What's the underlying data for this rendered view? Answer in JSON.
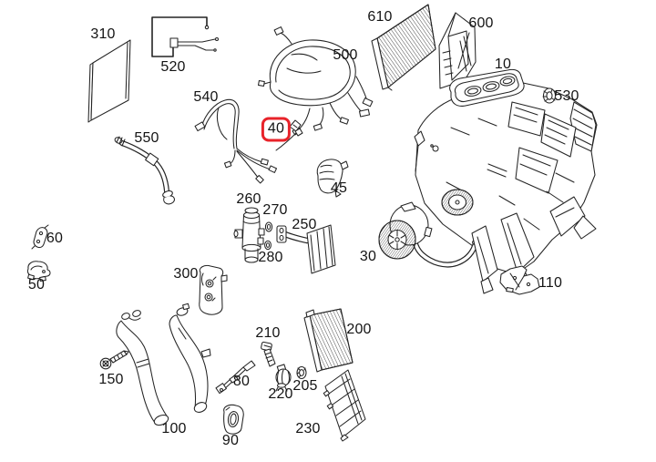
{
  "diagram": {
    "background_color": "#ffffff",
    "line_color": "#242424",
    "highlight": {
      "part": "40",
      "box_color": "#e8232a"
    },
    "parts": {
      "10": {
        "label": "10"
      },
      "30": {
        "label": "30"
      },
      "40": {
        "label": "40",
        "highlighted": true
      },
      "45": {
        "label": "45"
      },
      "50": {
        "label": "50"
      },
      "60": {
        "label": "60"
      },
      "80": {
        "label": "80"
      },
      "90": {
        "label": "90"
      },
      "100": {
        "label": "100"
      },
      "110": {
        "label": "110"
      },
      "150": {
        "label": "150"
      },
      "200": {
        "label": "200"
      },
      "205": {
        "label": "205"
      },
      "210": {
        "label": "210"
      },
      "220": {
        "label": "220"
      },
      "230": {
        "label": "230"
      },
      "250": {
        "label": "250"
      },
      "260": {
        "label": "260"
      },
      "270": {
        "label": "270"
      },
      "280": {
        "label": "280"
      },
      "300": {
        "label": "300"
      },
      "310": {
        "label": "310"
      },
      "500": {
        "label": "500"
      },
      "520": {
        "label": "520"
      },
      "530": {
        "label": "530"
      },
      "540": {
        "label": "540"
      },
      "550": {
        "label": "550"
      },
      "600": {
        "label": "600"
      },
      "610": {
        "label": "610"
      }
    }
  }
}
